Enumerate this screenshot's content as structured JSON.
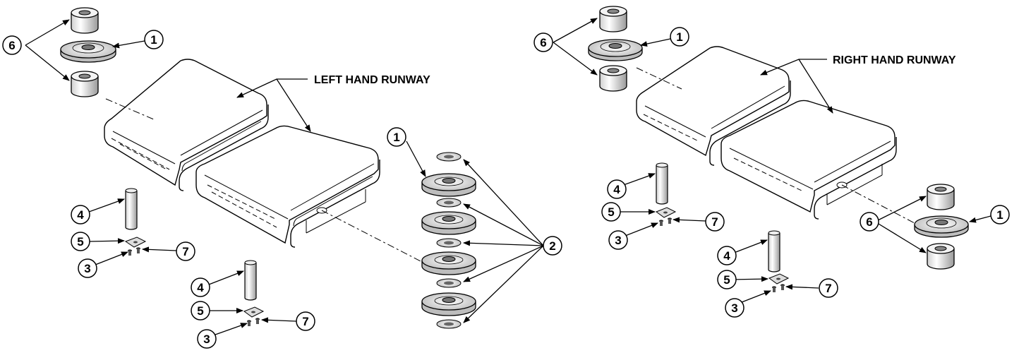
{
  "titles": {
    "left": "LEFT HAND RUNWAY",
    "right": "RIGHT HAND RUNWAY"
  },
  "callouts": {
    "left_top_1": "1",
    "left_top_6": "6",
    "left_side_1": "1",
    "left_side_2": "2",
    "left_front_4": "4",
    "left_front_5": "5",
    "left_front_3": "3",
    "left_front_7": "7",
    "left_rear_4": "4",
    "left_rear_5": "5",
    "left_rear_3": "3",
    "left_rear_7": "7",
    "right_top_1": "1",
    "right_top_6": "6",
    "right_front_4": "4",
    "right_front_5": "5",
    "right_front_3": "3",
    "right_front_7": "7",
    "right_rear_4": "4",
    "right_rear_5": "5",
    "right_rear_3": "3",
    "right_rear_7": "7",
    "right_side_6": "6",
    "right_side_1": "1"
  }
}
